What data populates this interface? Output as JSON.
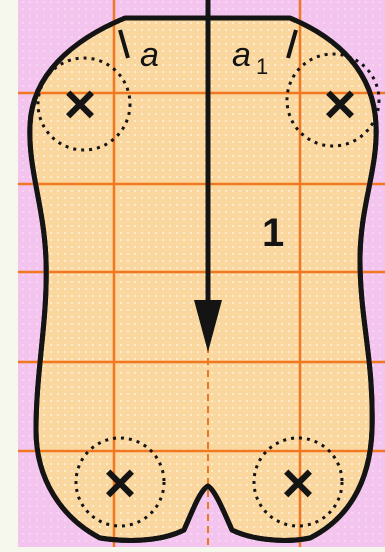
{
  "labels": {
    "angle_left": "a",
    "angle_right": "a",
    "angle_right_sub": "1",
    "region_number": "1"
  },
  "marks": {
    "cross_glyph": "×"
  },
  "colors": {
    "page_background": "#f6f8ee",
    "pink_field": "#f2c4ee",
    "body_fill": "#fbd7a0",
    "grid_line": "#f07820",
    "outline": "#141414"
  },
  "icons": {
    "arrow": "arrow-down-icon",
    "circle": "dotted-circle-icon",
    "cross": "cross-mark-icon"
  }
}
